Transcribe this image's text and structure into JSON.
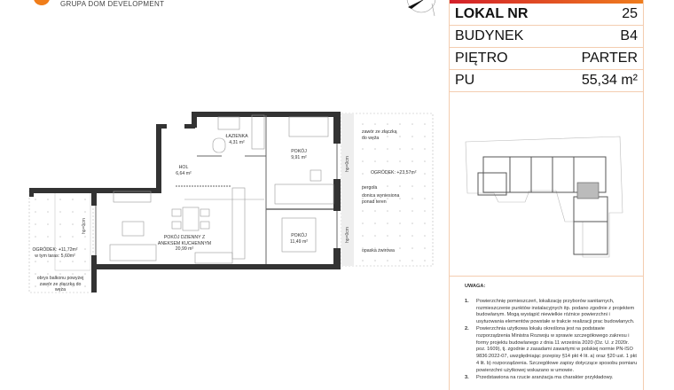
{
  "header": {
    "company": "GRUPA DOM DEVELOPMENT"
  },
  "info": {
    "rows": [
      {
        "label": "LOKAL NR",
        "value": "25"
      },
      {
        "label": "BUDYNEK",
        "value": "B4"
      },
      {
        "label": "PIĘTRO",
        "value": "PARTER"
      },
      {
        "label": "PU",
        "value": "55,34 m²"
      }
    ],
    "accent": "#ef7d1d"
  },
  "rooms": {
    "bathroom": {
      "name": "ŁAZIENKA",
      "area": "4,31 m²"
    },
    "hall": {
      "name": "HOL",
      "area": "6,64 m²"
    },
    "room1": {
      "name": "POKÓJ",
      "area": "9,91 m²"
    },
    "living": {
      "name1": "POKÓJ DZIENNY Z",
      "name2": "ANEKSEM KUCHENNYM",
      "area": "20,99 m²"
    },
    "room2": {
      "name": "POKÓJ",
      "area": "11,49 m²"
    }
  },
  "garden_right": {
    "label": "OGRÓDEK: +23,57m²",
    "valve1": "zawór ze złączką",
    "valve2": "do węża",
    "pergola": "pergola",
    "planter1": "donica wyniesiona",
    "planter2": "ponad teren",
    "gravel": "opaska żwirowa"
  },
  "garden_left": {
    "label1": "OGRÓDEK: +11,72m²",
    "label2": "w tym taras: 5,60m²",
    "balcony": "obrys balkonu powyżej",
    "valve1": "zawór ze złączką do",
    "valve2": "węża"
  },
  "threshold": "hp=0cm",
  "notes": {
    "title": "UWAGA:",
    "items": [
      {
        "num": "1.",
        "text": "Powierzchnię pomieszczeń, lokalizację przyborów sanitarnych, rozmieszczenie punktów instalacyjnych itp. podano zgodnie z projektem budowlanym. Mogą wystąpić niewielkie różnice powierzchni i usytuowania elementów powstałe w trakcie realizacji prac budowlanych."
      },
      {
        "num": "2.",
        "text": "Powierzchnia użytkowa lokalu określona jest na podstawie rozporządzenia Ministra Rozwoju w sprawie szczegółowego zakresu i formy projektu budowlanego z dnia 11 września 2020 (Dz. U. z 2020r. poz. 1609), tj. zgodnie z zasadami zawartymi w polskiej normie PN-ISO 9836:2022-07, uwzględniając przepisy §14 pkt 4 lit. a) oraz §20 ust. 1 pkt 4 lit. b) rozporządzenia. Szczegółowe zapisy dotyczące sposobu pomiaru powierzchni użytkowej wskazano w umowie."
      },
      {
        "num": "3.",
        "text": "Przedstawiona na rzucie aranżacja ma charakter przykładowy."
      }
    ]
  }
}
